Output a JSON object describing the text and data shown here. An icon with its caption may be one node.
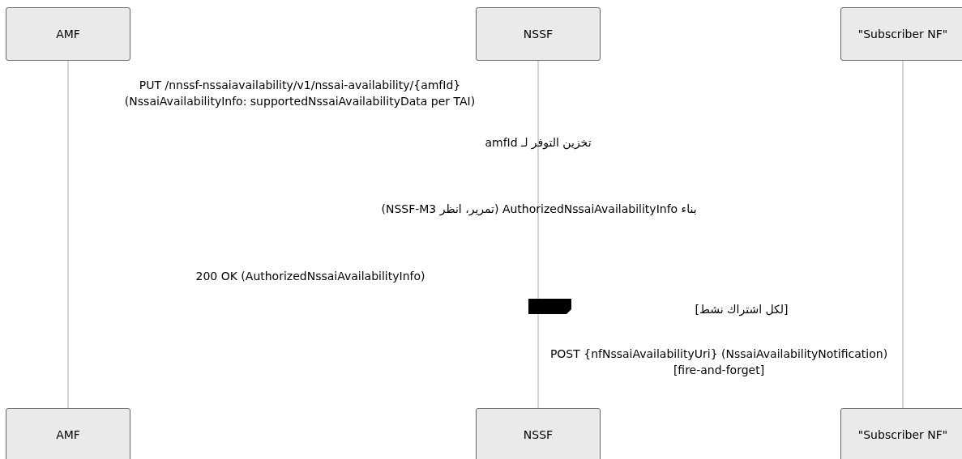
{
  "diagram": {
    "nodes": [
      {
        "text": [
          "AMF"
        ]
      },
      {
        "text": [
          "NSSF"
        ]
      },
      {
        "text": [
          "\"Subscriber NF\""
        ]
      },
      {
        "text": [
          "AMF"
        ]
      },
      {
        "text": [
          "NSSF"
        ]
      },
      {
        "text": [
          "\"Subscriber NF\""
        ]
      }
    ],
    "edges": [
      {
        "from": 0,
        "to": 3,
        "arrow": "none"
      },
      {
        "from": 1,
        "to": 4,
        "arrow": "none"
      },
      {
        "from": 2,
        "to": 5,
        "arrow": "none"
      }
    ],
    "labels": [
      "PUT /nnssf-nssaiavailability/v1/nssai-availability/{amfId} (NssaiAvailabilityInfo: supportedNssaiAvailabilityData per TAI)",
      "تخزين التوفر لـ amfId",
      "بناء AuthorizedNssaiAvailabilityInfo (تمرير، انظر NSSF-M3)",
      "200 OK (AuthorizedNssaiAvailabilityInfo)",
      "[لكل اشتراك نشط]",
      "POST {nfNssaiAvailabilityUri} (NssaiAvailabilityNotification) [fire-and-forget]"
    ]
  }
}
